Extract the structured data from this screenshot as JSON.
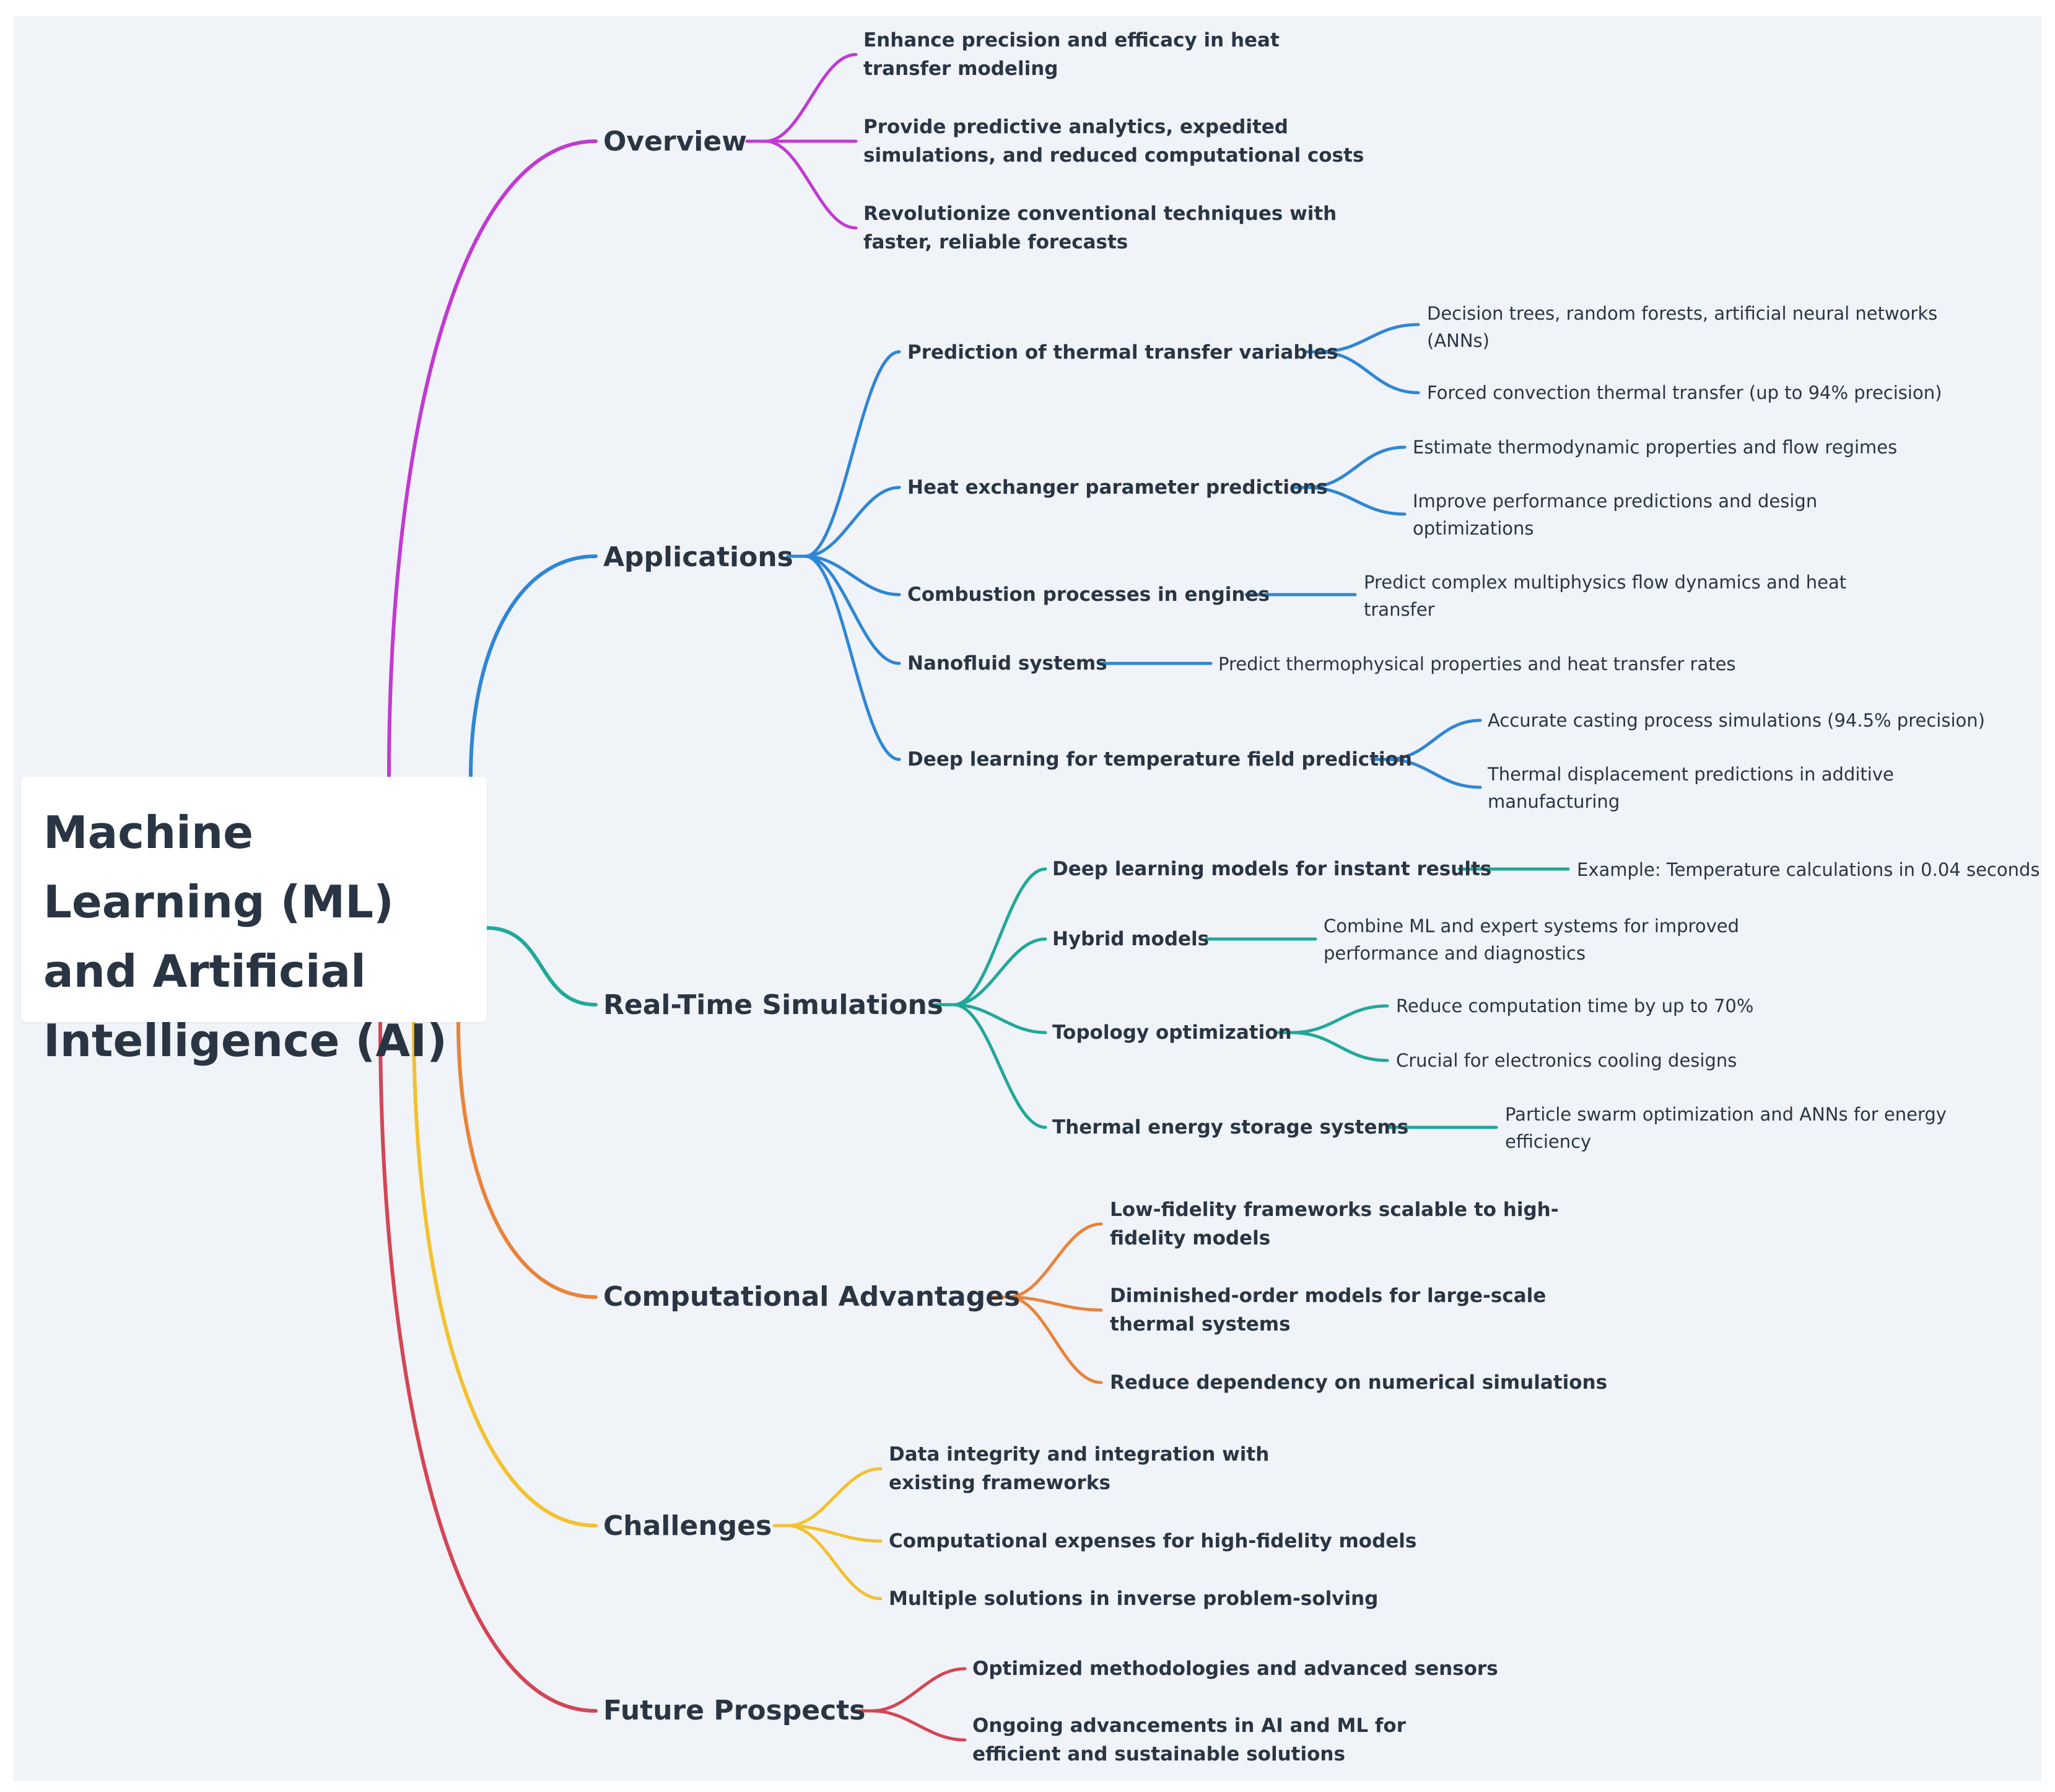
{
  "root": {
    "title": "Machine Learning (ML) and Artificial Intelligence (AI)"
  },
  "colors": {
    "overview": "#c03ad0",
    "applications": "#2f86d4",
    "realtime": "#20a89a",
    "computational": "#e9833a",
    "challenges": "#f2c12e",
    "future": "#d44555",
    "text": "#2a3544"
  },
  "branches": {
    "overview": {
      "label": "Overview",
      "items": [
        "Enhance precision and efficacy in heat transfer modeling",
        "Provide predictive analytics, expedited simulations, and reduced computational costs",
        "Revolutionize conventional techniques with faster, reliable forecasts"
      ]
    },
    "applications": {
      "label": "Applications",
      "items": [
        {
          "label": "Prediction of thermal transfer variables",
          "details": [
            "Decision trees, random forests, artificial neural networks (ANNs)",
            "Forced convection thermal transfer (up to 94% precision)"
          ]
        },
        {
          "label": "Heat exchanger parameter predictions",
          "details": [
            "Estimate thermodynamic properties and flow regimes",
            "Improve performance predictions and design optimizations"
          ]
        },
        {
          "label": "Combustion processes in engines",
          "details": [
            "Predict complex multiphysics flow dynamics and heat transfer"
          ]
        },
        {
          "label": "Nanofluid systems",
          "details": [
            "Predict thermophysical properties and heat transfer rates"
          ]
        },
        {
          "label": "Deep learning for temperature field prediction",
          "details": [
            "Accurate casting process simulations (94.5% precision)",
            "Thermal displacement predictions in additive manufacturing"
          ]
        }
      ]
    },
    "realtime": {
      "label": "Real-Time Simulations",
      "items": [
        {
          "label": "Deep learning models for instant results",
          "details": [
            "Example: Temperature calculations in 0.04 seconds"
          ]
        },
        {
          "label": "Hybrid models",
          "details": [
            "Combine ML and expert systems for improved performance and diagnostics"
          ]
        },
        {
          "label": "Topology optimization",
          "details": [
            "Reduce computation time by up to 70%",
            "Crucial for electronics cooling designs"
          ]
        },
        {
          "label": "Thermal energy storage systems",
          "details": [
            "Particle swarm optimization and ANNs for energy efficiency"
          ]
        }
      ]
    },
    "computational": {
      "label": "Computational Advantages",
      "items": [
        "Low-fidelity frameworks scalable to high-fidelity models",
        "Diminished-order models for large-scale thermal systems",
        "Reduce dependency on numerical simulations"
      ]
    },
    "challenges": {
      "label": "Challenges",
      "items": [
        "Data integrity and integration with existing frameworks",
        "Computational expenses for high-fidelity models",
        "Multiple solutions in inverse problem-solving"
      ]
    },
    "future": {
      "label": "Future Prospects",
      "items": [
        "Optimized methodologies and advanced sensors",
        "Ongoing advancements in AI and ML for efficient and sustainable solutions"
      ]
    }
  }
}
